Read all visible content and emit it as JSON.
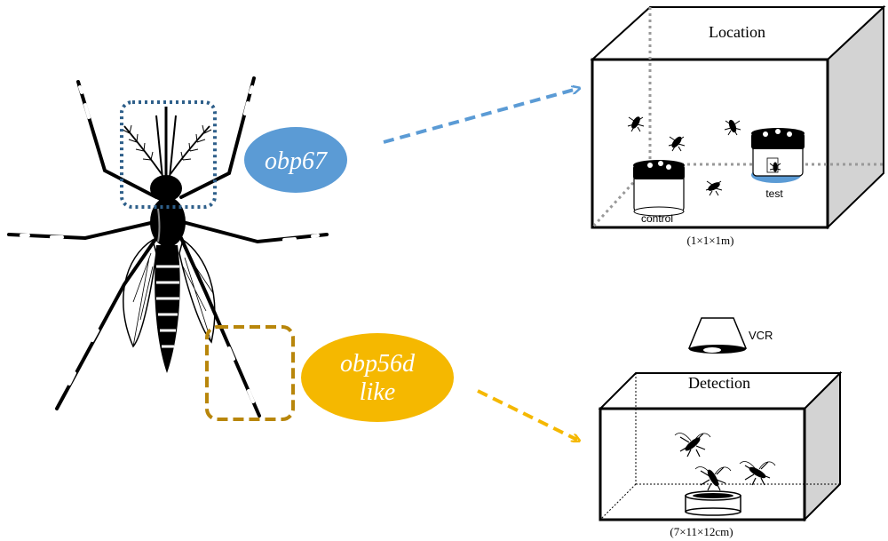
{
  "genes": {
    "top": {
      "label": "obp67",
      "color": "#5b9bd5"
    },
    "bottom": {
      "label_line1": "obp56d",
      "label_line2": "like",
      "color": "#f5b800"
    }
  },
  "highlight_colors": {
    "antenna": "#2e5f8a",
    "leg": "#b8860b"
  },
  "location_box": {
    "title": "Location",
    "control_label": "control",
    "test_label": "test",
    "size_label": "(1×1×1m)"
  },
  "detection_box": {
    "title": "Detection",
    "camera_label": "VCR",
    "size_label": "(7×11×12cm)"
  }
}
